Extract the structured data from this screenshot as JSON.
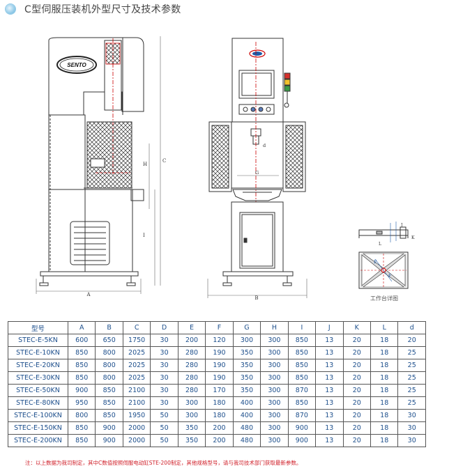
{
  "header": {
    "title": "C型伺服压装机外型尺寸及技术参数"
  },
  "drawing": {
    "brand": "SENTO",
    "detail_caption": "工作台详图",
    "dim_labels": {
      "A": "A",
      "B": "B",
      "C": "C",
      "H": "H",
      "I": "I",
      "E": "E",
      "F": "F",
      "G": "G",
      "d": "d",
      "J": "J",
      "K": "K",
      "L": "L"
    }
  },
  "table": {
    "headers": [
      "型号",
      "A",
      "B",
      "C",
      "D",
      "E",
      "F",
      "G",
      "H",
      "I",
      "J",
      "K",
      "L",
      "d"
    ],
    "rows": [
      [
        "STEC-E-5KN",
        "600",
        "650",
        "1750",
        "30",
        "200",
        "120",
        "300",
        "300",
        "850",
        "13",
        "20",
        "18",
        "20"
      ],
      [
        "STEC-E-10KN",
        "850",
        "800",
        "2025",
        "30",
        "280",
        "190",
        "350",
        "300",
        "850",
        "13",
        "20",
        "18",
        "25"
      ],
      [
        "STEC-E-20KN",
        "850",
        "800",
        "2025",
        "30",
        "280",
        "190",
        "350",
        "300",
        "850",
        "13",
        "20",
        "18",
        "25"
      ],
      [
        "STEC-E-30KN",
        "850",
        "800",
        "2025",
        "30",
        "280",
        "190",
        "350",
        "300",
        "850",
        "13",
        "20",
        "18",
        "25"
      ],
      [
        "STEC-E-50KN",
        "900",
        "850",
        "2100",
        "30",
        "280",
        "170",
        "350",
        "300",
        "870",
        "13",
        "20",
        "18",
        "25"
      ],
      [
        "STEC-E-80KN",
        "950",
        "850",
        "2100",
        "30",
        "300",
        "180",
        "400",
        "300",
        "850",
        "13",
        "20",
        "18",
        "25"
      ],
      [
        "STEC-E-100KN",
        "800",
        "850",
        "1950",
        "50",
        "300",
        "180",
        "400",
        "300",
        "870",
        "13",
        "20",
        "18",
        "30"
      ],
      [
        "STEC-E-150KN",
        "850",
        "900",
        "2000",
        "50",
        "350",
        "200",
        "480",
        "300",
        "900",
        "13",
        "20",
        "18",
        "30"
      ],
      [
        "STEC-E-200KN",
        "850",
        "900",
        "2000",
        "50",
        "350",
        "200",
        "480",
        "300",
        "900",
        "13",
        "20",
        "18",
        "30"
      ]
    ]
  },
  "note": "注：以上数据为我司制定，其中C数值按照伺服电动缸STE-200制定，其他规格型号，请与我司技术部门获取最新参数。"
}
